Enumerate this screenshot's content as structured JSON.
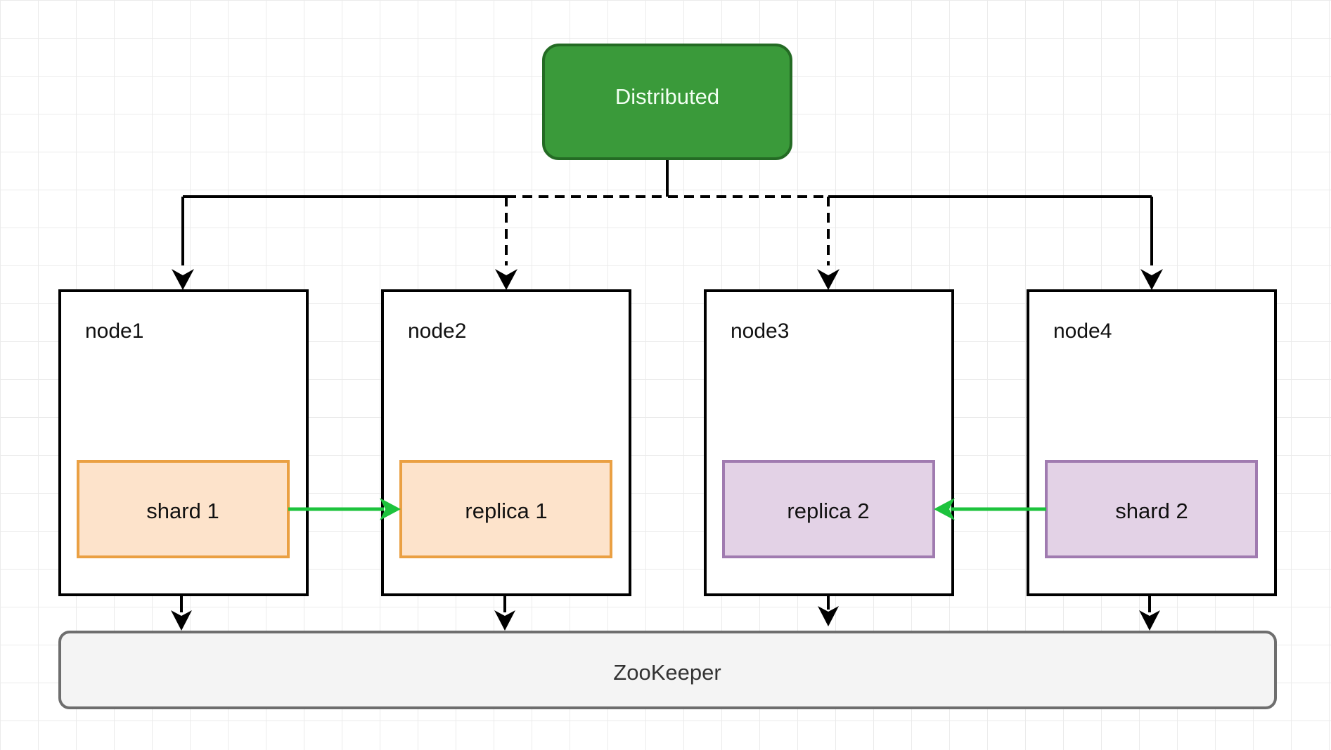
{
  "colors": {
    "distributed_fill": "#3a9a3a",
    "distributed_stroke": "#246b24",
    "shard1_fill": "#fde3cb",
    "shard1_stroke": "#eaa043",
    "shard2_fill": "#e3d2e6",
    "shard2_stroke": "#a07bb0",
    "replication_arrow": "#1dc33d",
    "zookeeper_fill": "#f4f4f4",
    "zookeeper_stroke": "#6e6e6e",
    "line": "#000000"
  },
  "distributed": {
    "label": "Distributed"
  },
  "nodes": [
    {
      "label": "node1"
    },
    {
      "label": "node2"
    },
    {
      "label": "node3"
    },
    {
      "label": "node4"
    }
  ],
  "parts": [
    {
      "label": "shard 1"
    },
    {
      "label": "replica 1"
    },
    {
      "label": "replica 2"
    },
    {
      "label": "shard 2"
    }
  ],
  "zookeeper": {
    "label": "ZooKeeper"
  }
}
